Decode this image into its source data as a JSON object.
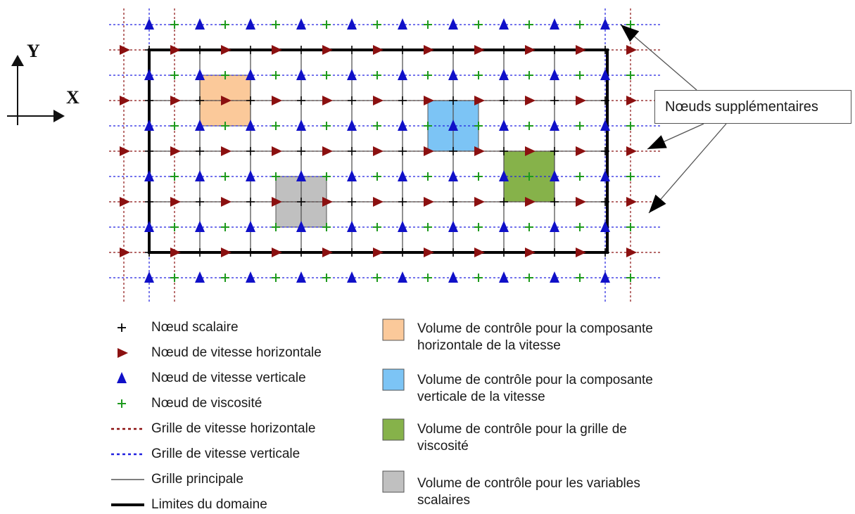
{
  "axes": {
    "y_label": "Y",
    "x_label": "X"
  },
  "callout": {
    "label": "Nœuds supplémentaires"
  },
  "colors": {
    "scalar_node": "#000000",
    "horizontal_velocity": "#8b1010",
    "vertical_velocity": "#1010c8",
    "viscosity": "#1e9a1e",
    "horizontal_grid": "#8b1010",
    "vertical_grid": "#2020e0",
    "main_grid": "#555555",
    "domain": "#000000",
    "cv_horizontal": "#fbc99a",
    "cv_vertical": "#7cc4f5",
    "cv_viscosity": "#86b24a",
    "cv_scalar": "#c0c0c0"
  },
  "legend_left": [
    {
      "symbol": "plus-black",
      "label": "Nœud scalaire"
    },
    {
      "symbol": "triangle-right-red",
      "label": "Nœud de vitesse horizontale"
    },
    {
      "symbol": "triangle-up-blue",
      "label": "Nœud de vitesse verticale"
    },
    {
      "symbol": "plus-green",
      "label": "Nœud de viscosité"
    },
    {
      "symbol": "dotted-red-line",
      "label": "Grille de vitesse horizontale"
    },
    {
      "symbol": "dotted-blue-line",
      "label": "Grille de vitesse verticale"
    },
    {
      "symbol": "thin-gray-line",
      "label": "Grille principale"
    },
    {
      "symbol": "thick-black-line",
      "label": "Limites du domaine"
    }
  ],
  "legend_right": [
    {
      "symbol": "orange-square",
      "line1": "Volume de contrôle pour la composante",
      "line2": "horizontale de la vitesse"
    },
    {
      "symbol": "blue-square",
      "line1": "Volume de contrôle pour la composante",
      "line2": "verticale de la vitesse"
    },
    {
      "symbol": "green-square",
      "line1": "Volume de contrôle pour la grille de",
      "line2": "viscosité"
    },
    {
      "symbol": "gray-square",
      "line1": "Volume de contrôle pour les variables",
      "line2": "scalaires"
    }
  ]
}
